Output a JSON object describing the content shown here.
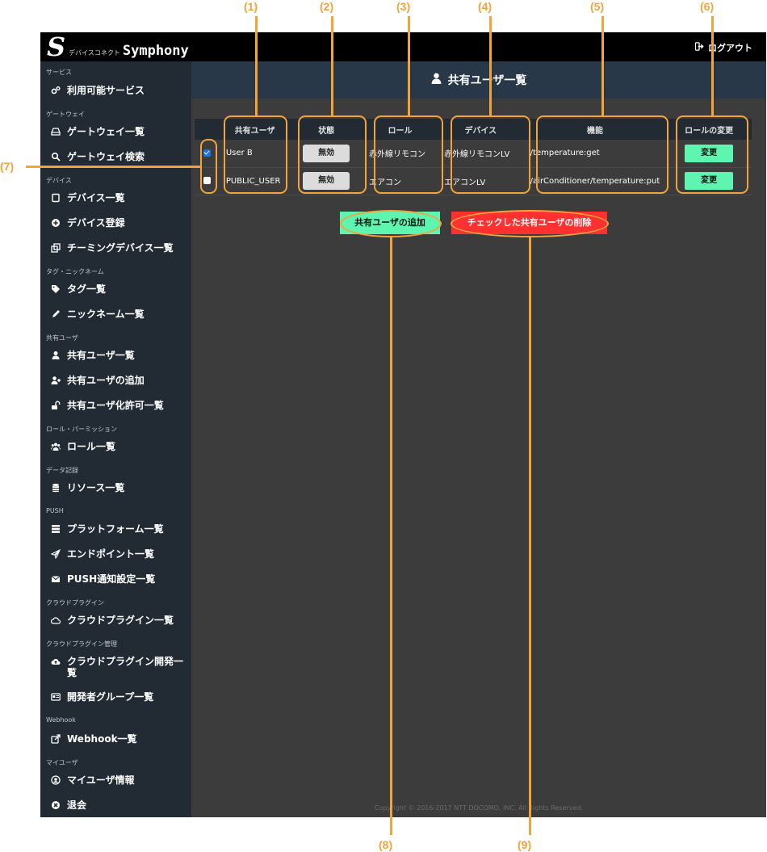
{
  "app": {
    "logo_sub": "デバイスコネクト",
    "logo_name": "Symphony",
    "logout_label": "ログアウト"
  },
  "sidebar": {
    "sections": [
      {
        "label": "サービス"
      },
      {
        "label": "ゲートウェイ"
      },
      {
        "label": "デバイス"
      },
      {
        "label": "タグ・ニックネーム"
      },
      {
        "label": "共有ユーザ"
      },
      {
        "label": "ロール・パーミッション"
      },
      {
        "label": "データ記録"
      },
      {
        "label": "PUSH"
      },
      {
        "label": "クラウドプラグイン"
      },
      {
        "label": "クラウドプラグイン管理"
      },
      {
        "label": "Webhook"
      },
      {
        "label": "マイユーザ"
      }
    ],
    "items": [
      {
        "label": "利用可能サービス",
        "icon": "gears-icon"
      },
      {
        "label": "ゲートウェイ一覧",
        "icon": "hdd-icon"
      },
      {
        "label": "ゲートウェイ検索",
        "icon": "search-icon"
      },
      {
        "label": "デバイス一覧",
        "icon": "square-icon"
      },
      {
        "label": "デバイス登録",
        "icon": "plus-circle-icon"
      },
      {
        "label": "チーミングデバイス一覧",
        "icon": "clone-icon"
      },
      {
        "label": "タグ一覧",
        "icon": "tags-icon"
      },
      {
        "label": "ニックネーム一覧",
        "icon": "pencil-icon"
      },
      {
        "label": "共有ユーザ一覧",
        "icon": "user-icon"
      },
      {
        "label": "共有ユーザの追加",
        "icon": "user-plus-icon"
      },
      {
        "label": "共有ユーザ化許可一覧",
        "icon": "unlock-icon"
      },
      {
        "label": "ロール一覧",
        "icon": "users-icon"
      },
      {
        "label": "リソース一覧",
        "icon": "database-icon"
      },
      {
        "label": "プラットフォーム一覧",
        "icon": "server-icon"
      },
      {
        "label": "エンドポイント一覧",
        "icon": "paper-plane-icon"
      },
      {
        "label": "PUSH通知設定一覧",
        "icon": "envelope-icon"
      },
      {
        "label": "クラウドプラグイン一覧",
        "icon": "cloud-icon"
      },
      {
        "label": "クラウドプラグイン開発一覧",
        "icon": "cloud-upload-icon"
      },
      {
        "label": "開発者グループ一覧",
        "icon": "id-card-icon"
      },
      {
        "label": "Webhook一覧",
        "icon": "external-link-icon"
      },
      {
        "label": "マイユーザ情報",
        "icon": "user-circle-icon"
      },
      {
        "label": "退会",
        "icon": "times-circle-icon"
      }
    ]
  },
  "page": {
    "title": "共有ユーザ一覧"
  },
  "table": {
    "headers": [
      "共有ユーザ",
      "状態",
      "ロール",
      "デバイス",
      "機能",
      "ロールの変更"
    ],
    "rows": [
      {
        "checked": true,
        "user": "User B",
        "status": "無効",
        "role": "赤外線リモコン",
        "device": "赤外線リモコンLV",
        "function": "/temperature:get",
        "change": "変更"
      },
      {
        "checked": false,
        "user": "PUBLIC_USER",
        "status": "無効",
        "role": "エアコン",
        "device": "エアコンLV",
        "function": "/airConditioner/temperature:put",
        "change": "変更"
      }
    ]
  },
  "actions": {
    "add_label": "共有ユーザの追加",
    "delete_label": "チェックした共有ユーザの削除"
  },
  "footer": {
    "copyright": "Copyright © 2016-2017 NTT DOCOMO, INC. All Rights Reserved."
  },
  "annotations": [
    "(1)",
    "(2)",
    "(3)",
    "(4)",
    "(5)",
    "(6)",
    "(7)",
    "(8)",
    "(9)"
  ],
  "colors": {
    "accent": "#f2a33a",
    "add_button": "#5ef5b0",
    "delete_button": "#ff3030",
    "sidebar_bg": "#222b33",
    "header_bg": "#283848",
    "content_bg": "#3c3c3c"
  }
}
